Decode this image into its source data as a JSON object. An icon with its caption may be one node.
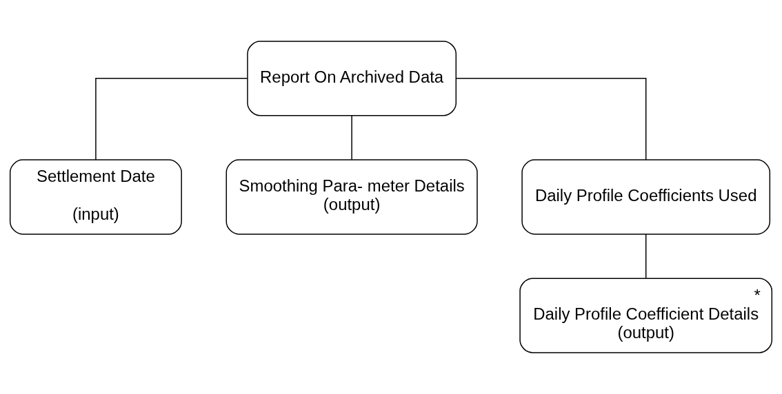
{
  "diagram": {
    "nodes": [
      {
        "text": [
          "Report On Archived Data"
        ]
      },
      {
        "text": [
          "Settlement Date",
          "(input)"
        ]
      },
      {
        "text": [
          "Smoothing Para- meter Details",
          "(output)"
        ]
      },
      {
        "text": [
          "Daily Profile Coefficients Used"
        ]
      },
      {
        "text": [
          "*",
          "Daily Profile Coefficient Details",
          "(output)"
        ]
      }
    ],
    "edges": [
      {
        "from": 0,
        "to": 1,
        "arrow": "none"
      },
      {
        "from": 0,
        "to": 2,
        "arrow": "none"
      },
      {
        "from": 0,
        "to": 3,
        "arrow": "none"
      },
      {
        "from": 3,
        "to": 4,
        "arrow": "none"
      }
    ]
  }
}
